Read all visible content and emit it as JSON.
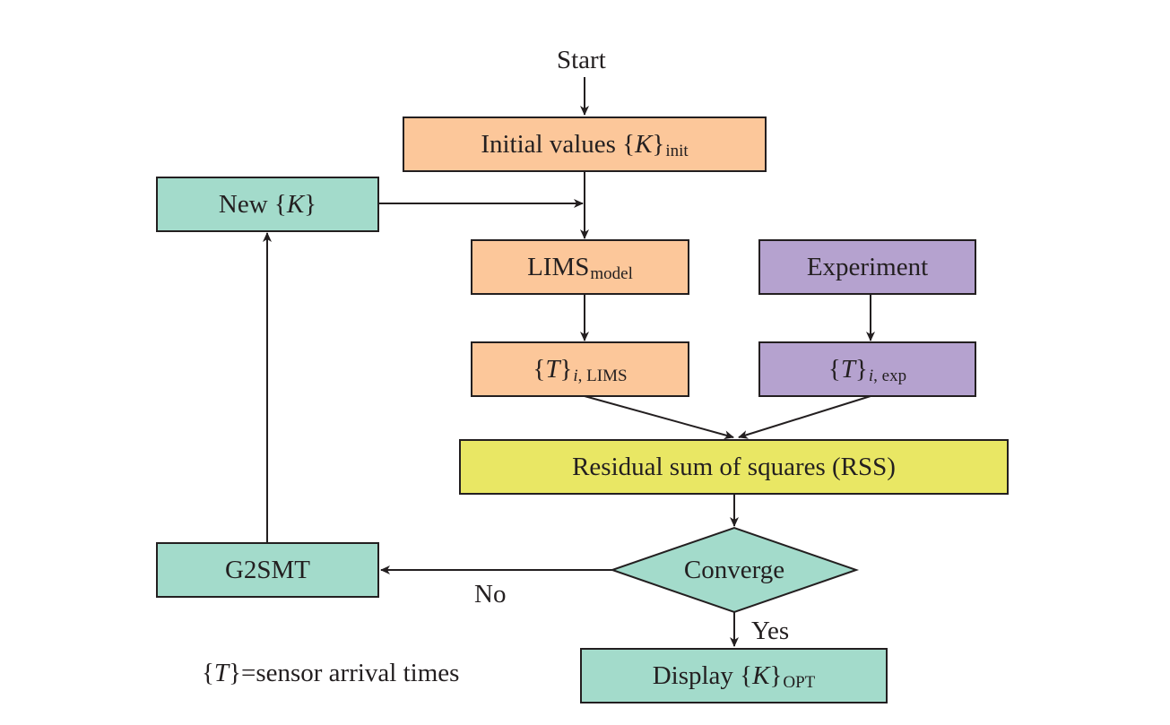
{
  "nodes": {
    "start": {
      "text": "Start"
    },
    "initial": {
      "prefix": "Initial values {",
      "var": "K",
      "close": "}",
      "sub": "init"
    },
    "new_k": {
      "prefix": "New {",
      "var": "K",
      "close": "}"
    },
    "lims_model": {
      "prefix": "LIMS",
      "sub": "model"
    },
    "experiment": {
      "text": "Experiment"
    },
    "t_lims": {
      "prefix": "{",
      "var": "T",
      "close": "}",
      "sub": "i, LIMS"
    },
    "t_exp": {
      "prefix": "{",
      "var": "T",
      "close": "}",
      "sub": "i, exp"
    },
    "rss": {
      "text": "Residual sum of squares (RSS)"
    },
    "converge": {
      "text": "Converge"
    },
    "g2smt": {
      "text": "G2SMT"
    },
    "display": {
      "prefix": "Display {",
      "var": "K",
      "close": "}",
      "sub": "OPT"
    }
  },
  "edge_labels": {
    "no": "No",
    "yes": "Yes"
  },
  "note": {
    "prefix": "{",
    "var": "T",
    "rest": "}=sensor arrival times"
  },
  "colors": {
    "orange": "#fcc79a",
    "teal": "#a3dbcb",
    "purple": "#b5a2cf",
    "yellow": "#e9e764",
    "stroke": "#231f20"
  }
}
